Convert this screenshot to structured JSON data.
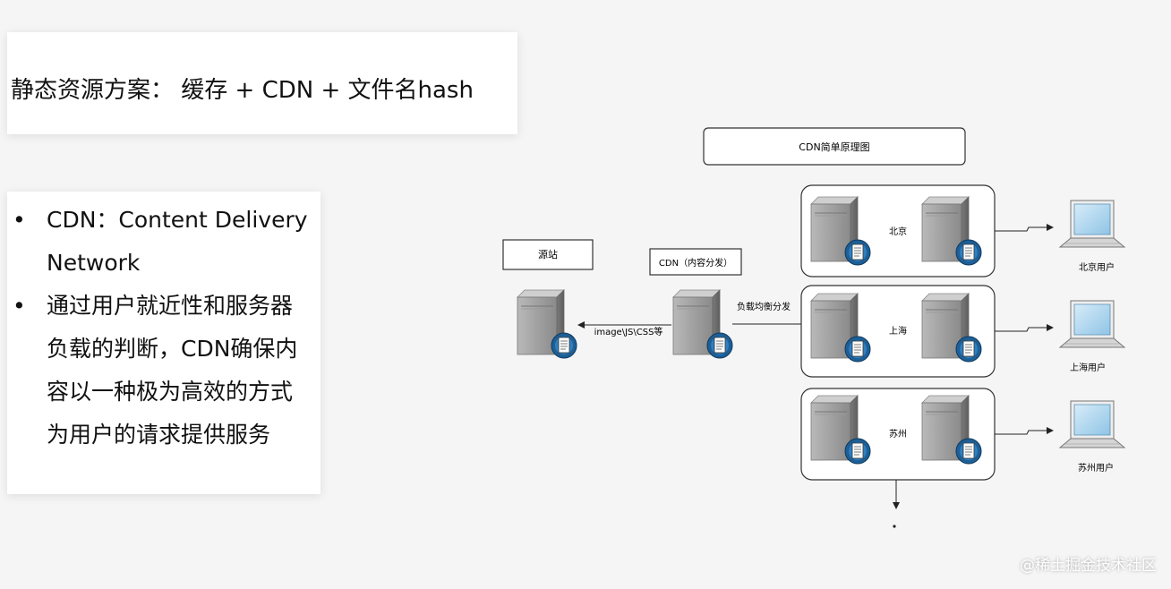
{
  "slide": {
    "title": "静态资源方案： 缓存 + CDN + 文件名hash",
    "bullets": [
      "CDN：Content Delivery Network",
      "通过用户就近性和服务器负载的判断，CDN确保内容以一种极为高效的方式为用户的请求提供服务"
    ]
  },
  "diagram": {
    "title": "CDN简单原理图",
    "origin_label": "源站",
    "cdn_label": "CDN（内容分发）",
    "asset_edge_label": "image\\JS\\CSS等",
    "lb_edge_label": "负载均衡分发",
    "regions": [
      {
        "name": "北京",
        "user_label": "北京用户"
      },
      {
        "name": "上海",
        "user_label": "上海用户"
      },
      {
        "name": "苏州",
        "user_label": "苏州用户"
      }
    ]
  },
  "watermark": "@稀土掘金技术社区"
}
